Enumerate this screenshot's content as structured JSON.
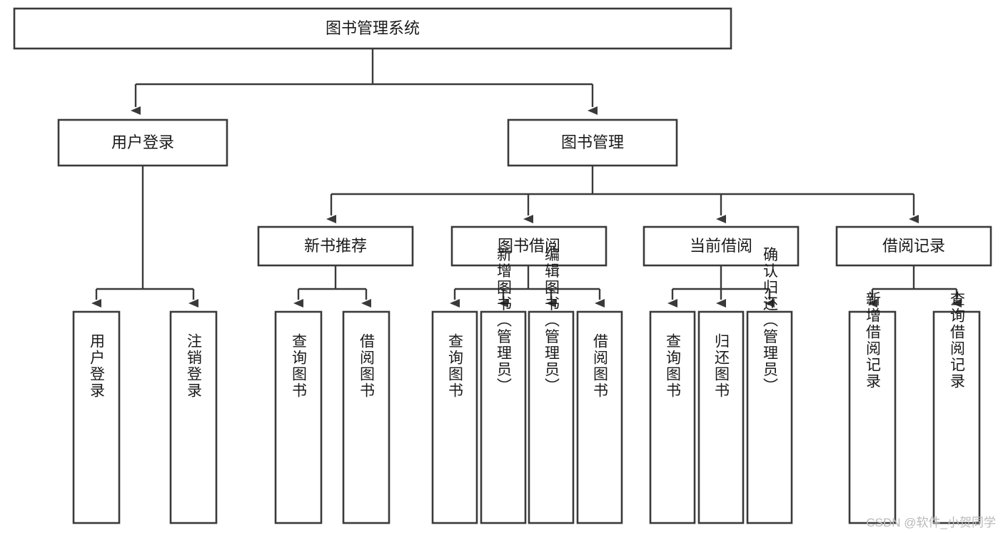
{
  "diagram": {
    "type": "hierarchy-tree",
    "title": "图书管理系统",
    "watermark": "CSDN @软件_小贺同学",
    "colors": {
      "background": "#ffffff",
      "box_fill": "#ffffff",
      "box_stroke": "#3a3a3a",
      "text": "#1a1a1a",
      "watermark": "#b9b9b9"
    },
    "levels": {
      "root": {
        "label": "图书管理系统"
      },
      "level2": [
        {
          "label": "用户登录"
        },
        {
          "label": "图书管理"
        }
      ],
      "level3": [
        {
          "label": "新书推荐"
        },
        {
          "label": "图书借阅"
        },
        {
          "label": "当前借阅"
        },
        {
          "label": "借阅记录"
        }
      ],
      "leaves": [
        {
          "label": "用户登录",
          "parent": "用户登录"
        },
        {
          "label": "注销登录",
          "parent": "用户登录"
        },
        {
          "label": "查询图书",
          "parent": "新书推荐"
        },
        {
          "label": "借阅图书",
          "parent": "新书推荐"
        },
        {
          "label": "查询图书",
          "parent": "图书借阅"
        },
        {
          "label": "新增图书（管理员）",
          "parent": "图书借阅"
        },
        {
          "label": "编辑图书（管理员）",
          "parent": "图书借阅"
        },
        {
          "label": "借阅图书",
          "parent": "图书借阅"
        },
        {
          "label": "查询图书",
          "parent": "当前借阅"
        },
        {
          "label": "归还图书",
          "parent": "当前借阅"
        },
        {
          "label": "确认归还（管理员）",
          "parent": "当前借阅"
        },
        {
          "label": "新增借阅记录",
          "parent": "借阅记录"
        },
        {
          "label": "查询借阅记录",
          "parent": "借阅记录"
        }
      ]
    },
    "nodes": {
      "root": {
        "label": "图书管理系统"
      },
      "user_login": {
        "label": "用户登录"
      },
      "book_manage": {
        "label": "图书管理"
      },
      "new_book_rec": {
        "label": "新书推荐"
      },
      "book_borrow": {
        "label": "图书借阅"
      },
      "current_borrow": {
        "label": "当前借阅"
      },
      "borrow_record": {
        "label": "借阅记录"
      },
      "leaf_user_login": {
        "label": "用户登录"
      },
      "leaf_logout": {
        "label": "注销登录"
      },
      "leaf_query_book_1": {
        "label": "查询图书"
      },
      "leaf_borrow_book_1": {
        "label": "借阅图书"
      },
      "leaf_query_book_2": {
        "label": "查询图书"
      },
      "leaf_add_book": {
        "label": "新增图书（管理员）"
      },
      "leaf_edit_book": {
        "label": "编辑图书（管理员）"
      },
      "leaf_borrow_book_2": {
        "label": "借阅图书"
      },
      "leaf_query_book_3": {
        "label": "查询图书"
      },
      "leaf_return_book": {
        "label": "归还图书"
      },
      "leaf_confirm_return": {
        "label": "确认归还（管理员）"
      },
      "leaf_add_record": {
        "label": "新增借阅记录"
      },
      "leaf_query_record": {
        "label": "查询借阅记录"
      }
    }
  }
}
